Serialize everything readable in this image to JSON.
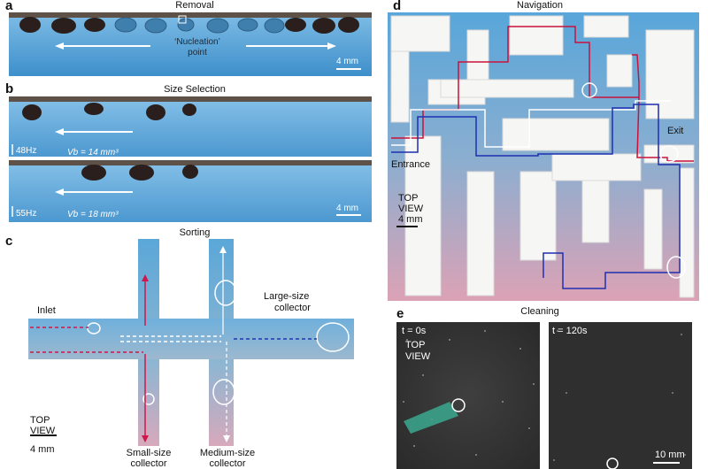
{
  "figure": {
    "panels": {
      "a": {
        "label": "a",
        "title": "Removal",
        "annotation_line1": "‘Nucleation’",
        "annotation_line2": "point",
        "scale": "4 mm"
      },
      "b": {
        "label": "b",
        "title": "Size Selection",
        "freq_top": "48Hz",
        "freq_bottom": "55Hz",
        "vb_top": "Vb = 14 mm³",
        "vb_bottom": "Vb = 18 mm³",
        "scale": "4 mm"
      },
      "c": {
        "label": "c",
        "title": "Sorting",
        "inlet": "Inlet",
        "large_line1": "Large-size",
        "large_line2": "collector",
        "small_line1": "Small-size",
        "small_line2": "collector",
        "medium_line1": "Medium-size",
        "medium_line2": "collector",
        "top_line1": "TOP",
        "top_line2": "VIEW",
        "scale": "4 mm"
      },
      "d": {
        "label": "d",
        "title": "Navigation",
        "entrance": "Entrance",
        "exit": "Exit",
        "top_line1": "TOP",
        "top_line2": "VIEW",
        "scale": "4 mm"
      },
      "e": {
        "label": "e",
        "title": "Cleaning",
        "t_left": "t = 0s",
        "t_right": "t = 120s",
        "top_line1": "TOP",
        "top_line2": "VIEW",
        "scale": "10 mm"
      }
    },
    "colors": {
      "water_blue": "#5aa7d8",
      "pink": "#d9a3b6",
      "path_red": "#c8123c",
      "path_blue": "#1f2fb0",
      "path_white": "#ffffff",
      "dark_surface": "#3b3b3b"
    }
  }
}
